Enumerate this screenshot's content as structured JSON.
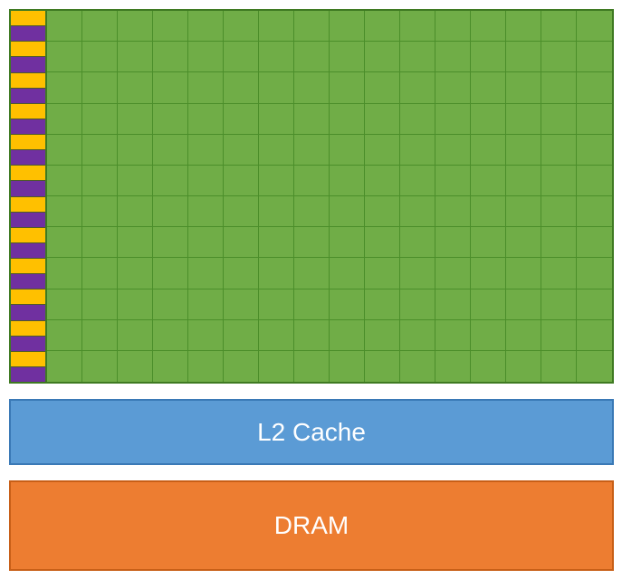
{
  "grid": {
    "rows": 12,
    "columns": 16,
    "core_color": "#70ad47",
    "control_colors": [
      "#ffc000",
      "#7030a0"
    ]
  },
  "l2_cache": {
    "label": "L2 Cache",
    "color": "#5b9bd5"
  },
  "dram": {
    "label": "DRAM",
    "color": "#ed7d31"
  }
}
